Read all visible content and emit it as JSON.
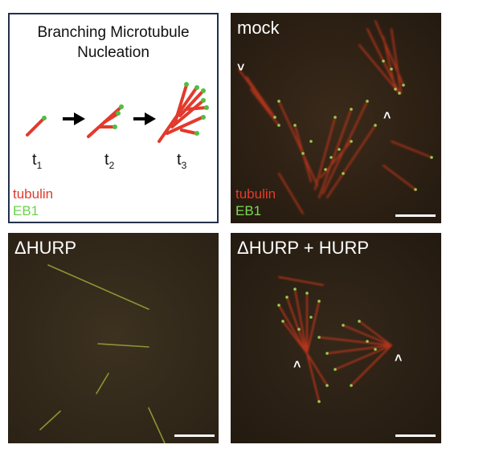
{
  "schematic": {
    "title_line1": "Branching Microtubule",
    "title_line2": "Nucleation",
    "stages": [
      {
        "t": "t",
        "sub": "1"
      },
      {
        "t": "t",
        "sub": "2"
      },
      {
        "t": "t",
        "sub": "3"
      }
    ],
    "legend": {
      "tubulin": "tubulin",
      "eb1": "EB1"
    }
  },
  "panels": {
    "mock": {
      "title": "mock",
      "tubulin": "tubulin",
      "eb1": "EB1"
    },
    "dhurp": {
      "title": "ΔHURP"
    },
    "dhurp_hurp": {
      "title": "ΔHURP + HURP"
    }
  },
  "colors": {
    "tubulin": "#e23a2c",
    "eb1": "#6cd14c",
    "micrograph_bg": "#2a1f14"
  }
}
